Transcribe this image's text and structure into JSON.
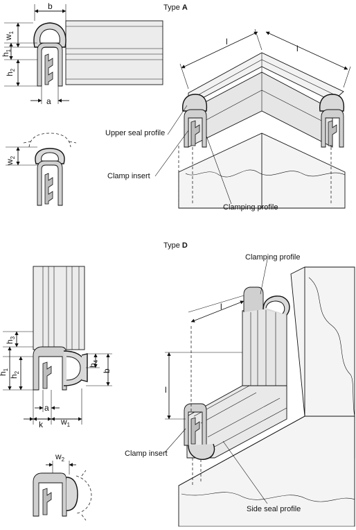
{
  "type_a": {
    "prefix": "Type ",
    "letter": "A",
    "labels": {
      "upper_seal_profile": "Upper seal profile",
      "clamp_insert": "Clamp insert",
      "clamping_profile": "Clamping profile"
    },
    "dims": {
      "b": "b",
      "w": "w",
      "w1_sub": "1",
      "h": "h",
      "h1_sub": "1",
      "h2_sub": "2",
      "a": "a",
      "w2_sub": "2",
      "l1": "l",
      "l2": "l"
    }
  },
  "type_d": {
    "prefix": "Type ",
    "letter": "D",
    "labels": {
      "clamping_profile": "Clamping profile",
      "clamp_insert": "Clamp insert",
      "side_seal_profile": "Side seal profile"
    },
    "dims": {
      "h": "h",
      "h3_sub": "3",
      "h1_sub": "1",
      "h2_sub": "2",
      "h4_sub": "4",
      "b": "b",
      "a": "a",
      "k": "k",
      "w": "w",
      "w1_sub": "1",
      "w2_sub": "2",
      "l1": "l",
      "l2": "l"
    }
  }
}
